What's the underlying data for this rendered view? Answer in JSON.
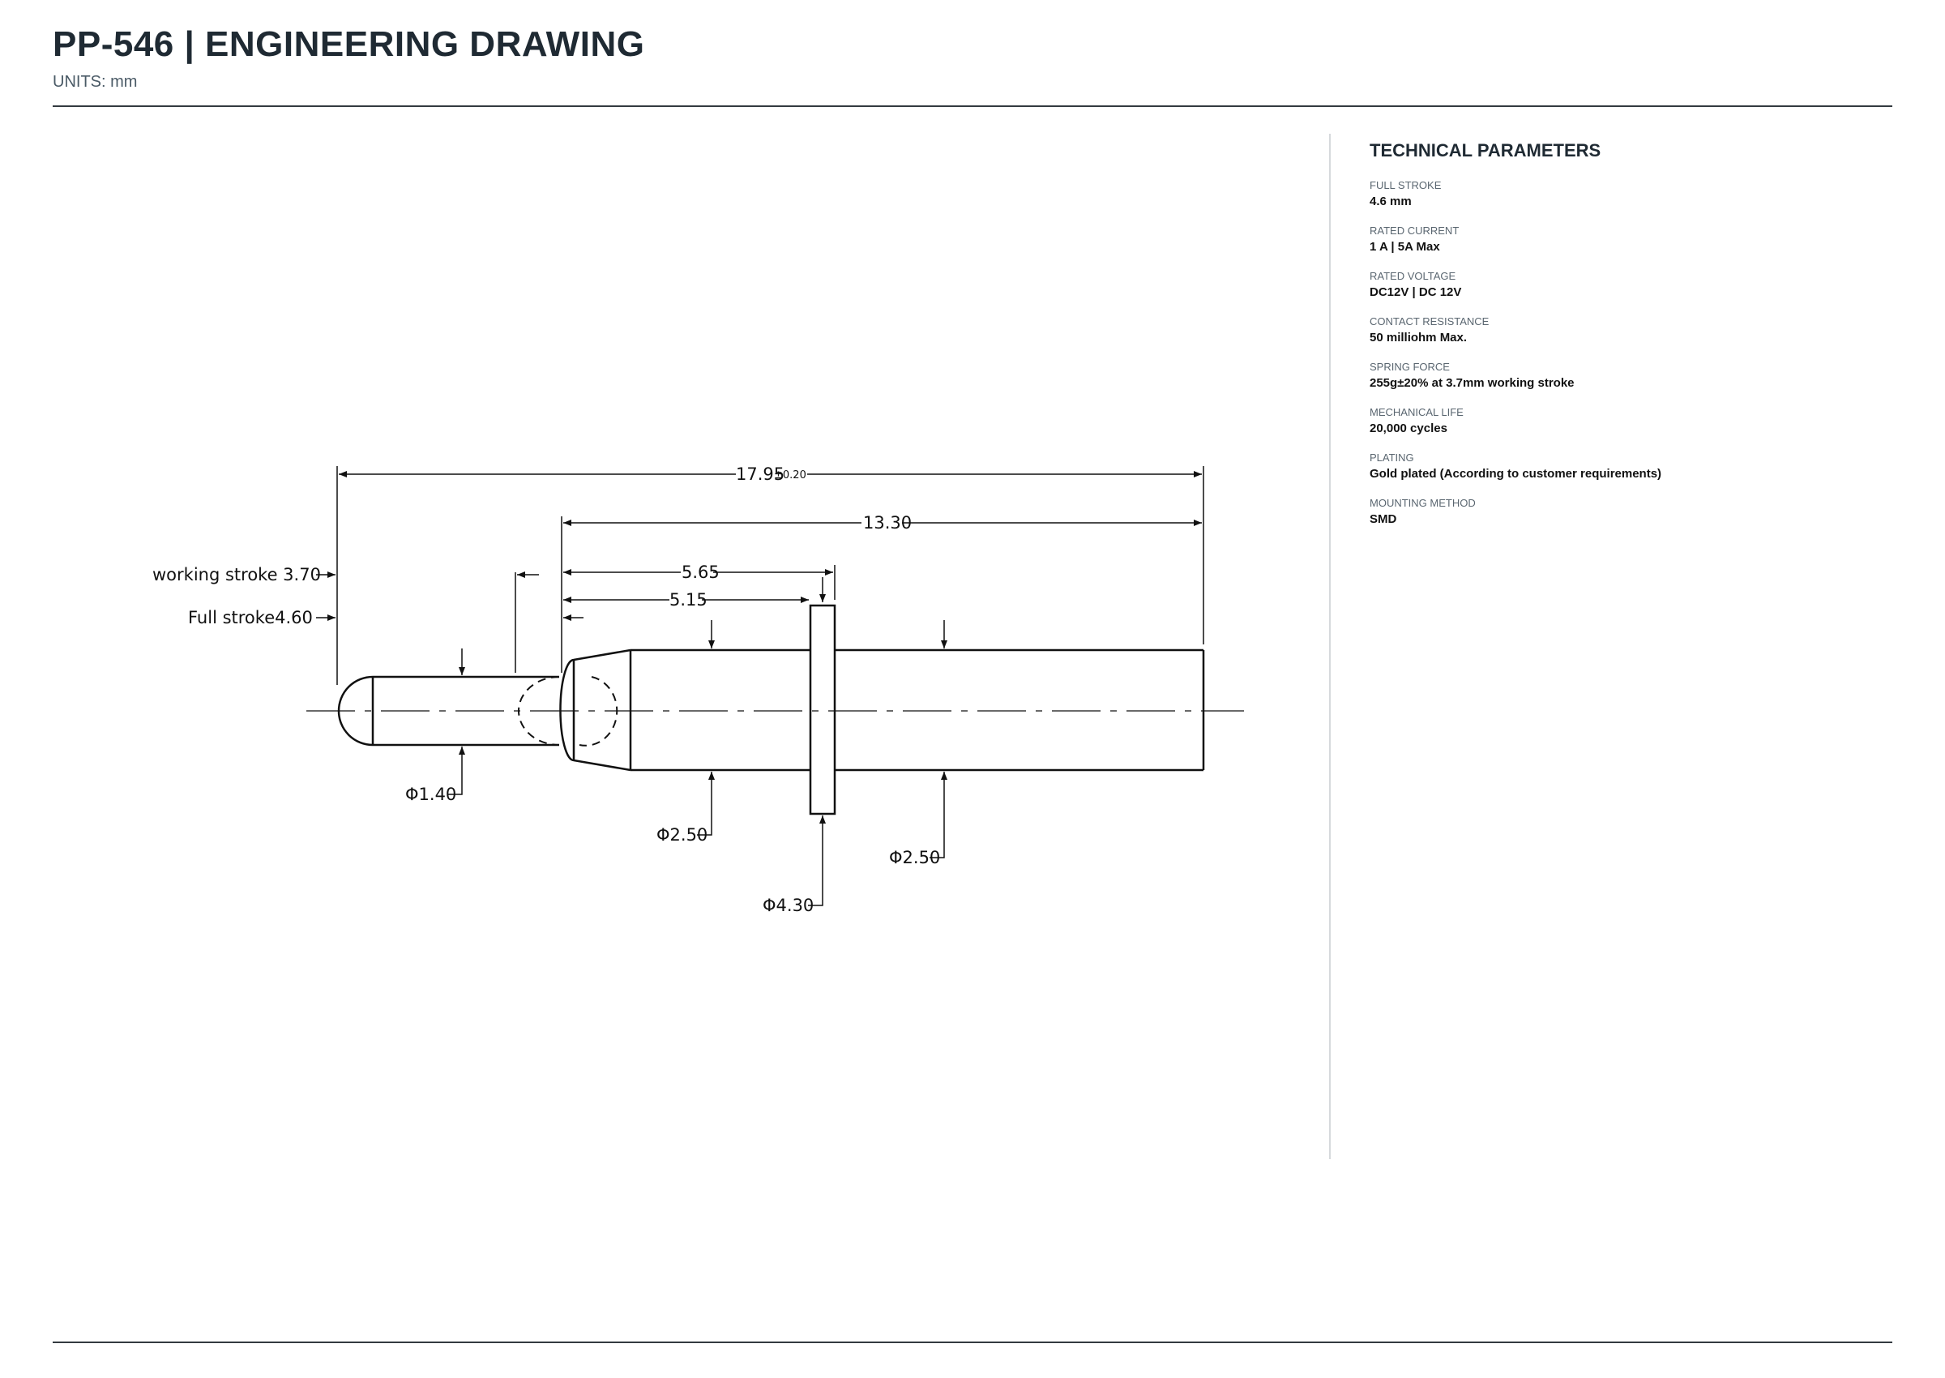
{
  "header": {
    "title": "PP-546  |  ENGINEERING DRAWING",
    "units": "UNITS: mm"
  },
  "drawing": {
    "dims": {
      "overall_length": "17.95",
      "overall_tolerance": "±0.20",
      "body_length": "13.30",
      "flange_position_outer": "5.65",
      "flange_position_inner": "5.15",
      "working_stroke": "working stroke 3.70",
      "full_stroke": "Full stroke4.60",
      "plunger_diameter": "Φ1.40",
      "barrel_front_diameter": "Φ2.50",
      "barrel_rear_diameter": "Φ2.50",
      "flange_diameter": "Φ4.30"
    }
  },
  "parameters": {
    "title": "TECHNICAL PARAMETERS",
    "items": [
      {
        "label": "FULL STROKE",
        "value": "4.6 mm"
      },
      {
        "label": "RATED CURRENT",
        "value": "1 A | 5A Max"
      },
      {
        "label": "RATED VOLTAGE",
        "value": "DC12V | DC 12V"
      },
      {
        "label": "CONTACT RESISTANCE",
        "value": "50 milliohm Max."
      },
      {
        "label": "SPRING FORCE",
        "value": "255g±20% at 3.7mm working stroke"
      },
      {
        "label": "MECHANICAL LIFE",
        "value": "20,000 cycles"
      },
      {
        "label": "PLATING",
        "value": "Gold plated (According to customer requirements)"
      },
      {
        "label": "MOUNTING METHOD",
        "value": "SMD"
      }
    ]
  }
}
